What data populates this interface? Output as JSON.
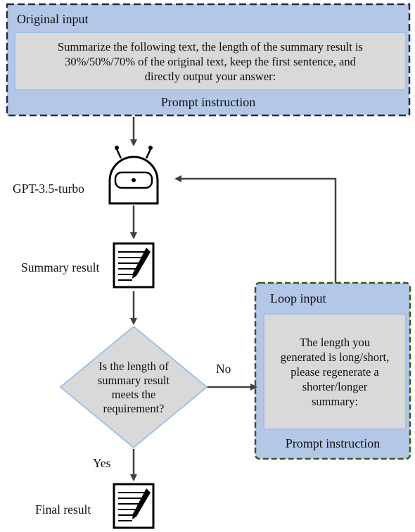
{
  "original_input": {
    "title": "Original input",
    "instruction_text": "Summarize the following text, the length of the summary result is 30%/50%/70% of the original text, keep the first sentence, and directly output your answer:",
    "footer": "Prompt instruction"
  },
  "model": {
    "label": "GPT-3.5-turbo",
    "icon": "robot-icon"
  },
  "summary": {
    "label": "Summary result",
    "icon": "document-pen-icon"
  },
  "decision": {
    "question": "Is the length of summary result meets the requirement?"
  },
  "branches": {
    "no_label": "No",
    "yes_label": "Yes"
  },
  "loop_input": {
    "title": "Loop input",
    "instruction_text": "The length you generated is long/short, please regenerate a shorter/longer summary:",
    "footer": "Prompt instruction"
  },
  "final": {
    "label": "Final result",
    "icon": "document-pen-icon"
  },
  "colors": {
    "panel_fill": "#b4c7e7",
    "panel_border_top": "#1f2d4a",
    "panel_border_loop": "#385723",
    "inner_fill": "#d9d9d9",
    "inner_border": "#9dc3e6",
    "decision_fill": "#d9d9d9",
    "arrow": "#404040"
  }
}
